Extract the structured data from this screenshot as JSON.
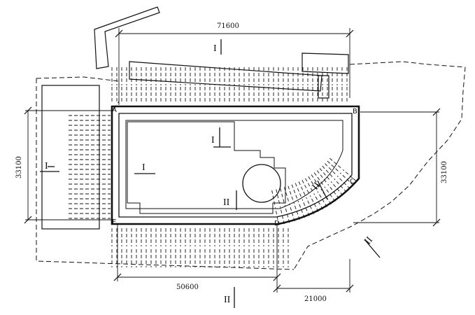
{
  "dimensions": {
    "top_width": "71600",
    "left_height": "33100",
    "right_height": "33100",
    "bottom_straight": "50600",
    "bottom_curve": "21000"
  },
  "corners": {
    "a": "A",
    "b": "B",
    "c": "C",
    "d": "D",
    "e": "E"
  },
  "section_marks": {
    "top": "I",
    "left": "I",
    "inner_top": "I",
    "inner_left": "I",
    "inner_bottom": "II",
    "bottom": "II",
    "curve_inner": "II",
    "curve_outer": "II"
  },
  "colors": {
    "line": "#111111",
    "paper": "#ffffff"
  }
}
